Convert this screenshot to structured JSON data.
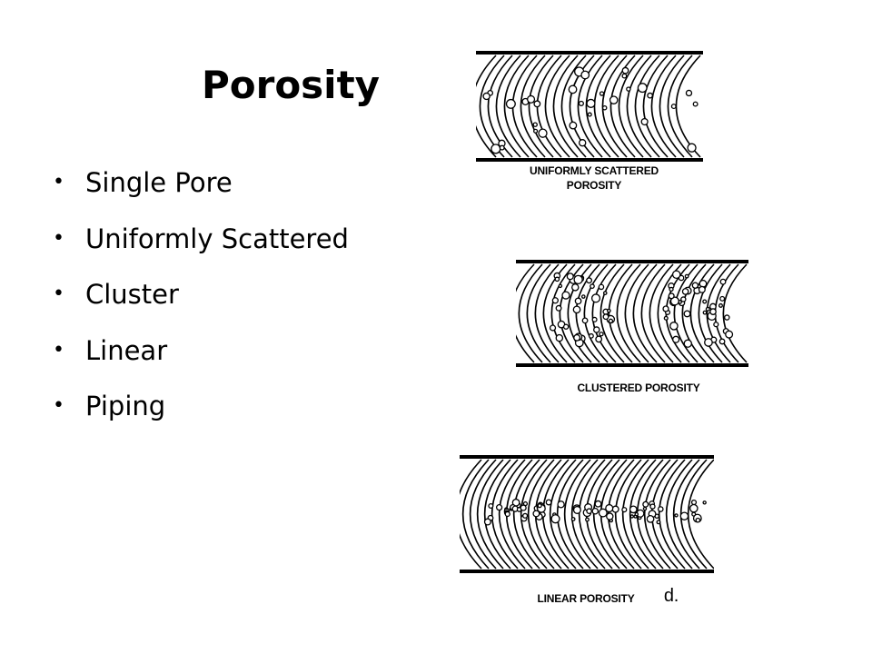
{
  "slide": {
    "title": "Porosity",
    "bullets": [
      "Single Pore",
      "Uniformly Scattered",
      "Cluster",
      "Linear",
      "Piping"
    ],
    "bullet_glyph": "•"
  },
  "figures": {
    "uniform": {
      "label_line1": "UNIFORMLY SCATTERED",
      "label_line2": "POROSITY"
    },
    "cluster": {
      "label": "CLUSTERED POROSITY"
    },
    "linear": {
      "label": "LINEAR POROSITY",
      "letter": "d."
    }
  },
  "colors": {
    "ink": "#000000",
    "background": "#ffffff"
  }
}
